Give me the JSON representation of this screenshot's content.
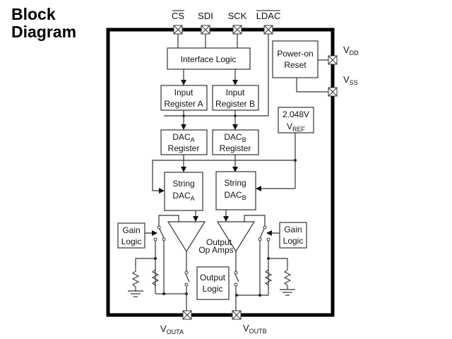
{
  "title": {
    "line1": "Block",
    "line2": "Diagram"
  },
  "pins": {
    "cs": "CS",
    "sdi": "SDI",
    "sck": "SCK",
    "ldac": "LDAC",
    "vdd": {
      "main": "V",
      "sub": "DD"
    },
    "vss": {
      "main": "V",
      "sub": "SS"
    },
    "vouta": {
      "main": "V",
      "sub": "OUTA"
    },
    "voutb": {
      "main": "V",
      "sub": "OUTB"
    }
  },
  "blocks": {
    "interface_logic": "Interface Logic",
    "power_on_reset": {
      "line1": "Power-on",
      "line2": "Reset"
    },
    "input_reg_a": {
      "line1": "Input",
      "line2": "Register A"
    },
    "input_reg_b": {
      "line1": "Input",
      "line2": "Register B"
    },
    "vref": {
      "line1": "2.048V",
      "main": "V",
      "sub": "REF"
    },
    "dac_reg_a": {
      "main": "DAC",
      "sub": "A",
      "line2": "Register"
    },
    "dac_reg_b": {
      "main": "DAC",
      "sub": "B",
      "line2": "Register"
    },
    "string_dac_a": {
      "line1": "String",
      "main": "DAC",
      "sub": "A"
    },
    "string_dac_b": {
      "line1": "String",
      "main": "DAC",
      "sub": "B"
    },
    "gain_logic_a": {
      "line1": "Gain",
      "line2": "Logic"
    },
    "gain_logic_b": {
      "line1": "Gain",
      "line2": "Logic"
    },
    "output_op_amps": {
      "line1": "Output",
      "line2": "Op Amps"
    },
    "output_logic": {
      "line1": "Output",
      "line2": "Logic"
    }
  }
}
